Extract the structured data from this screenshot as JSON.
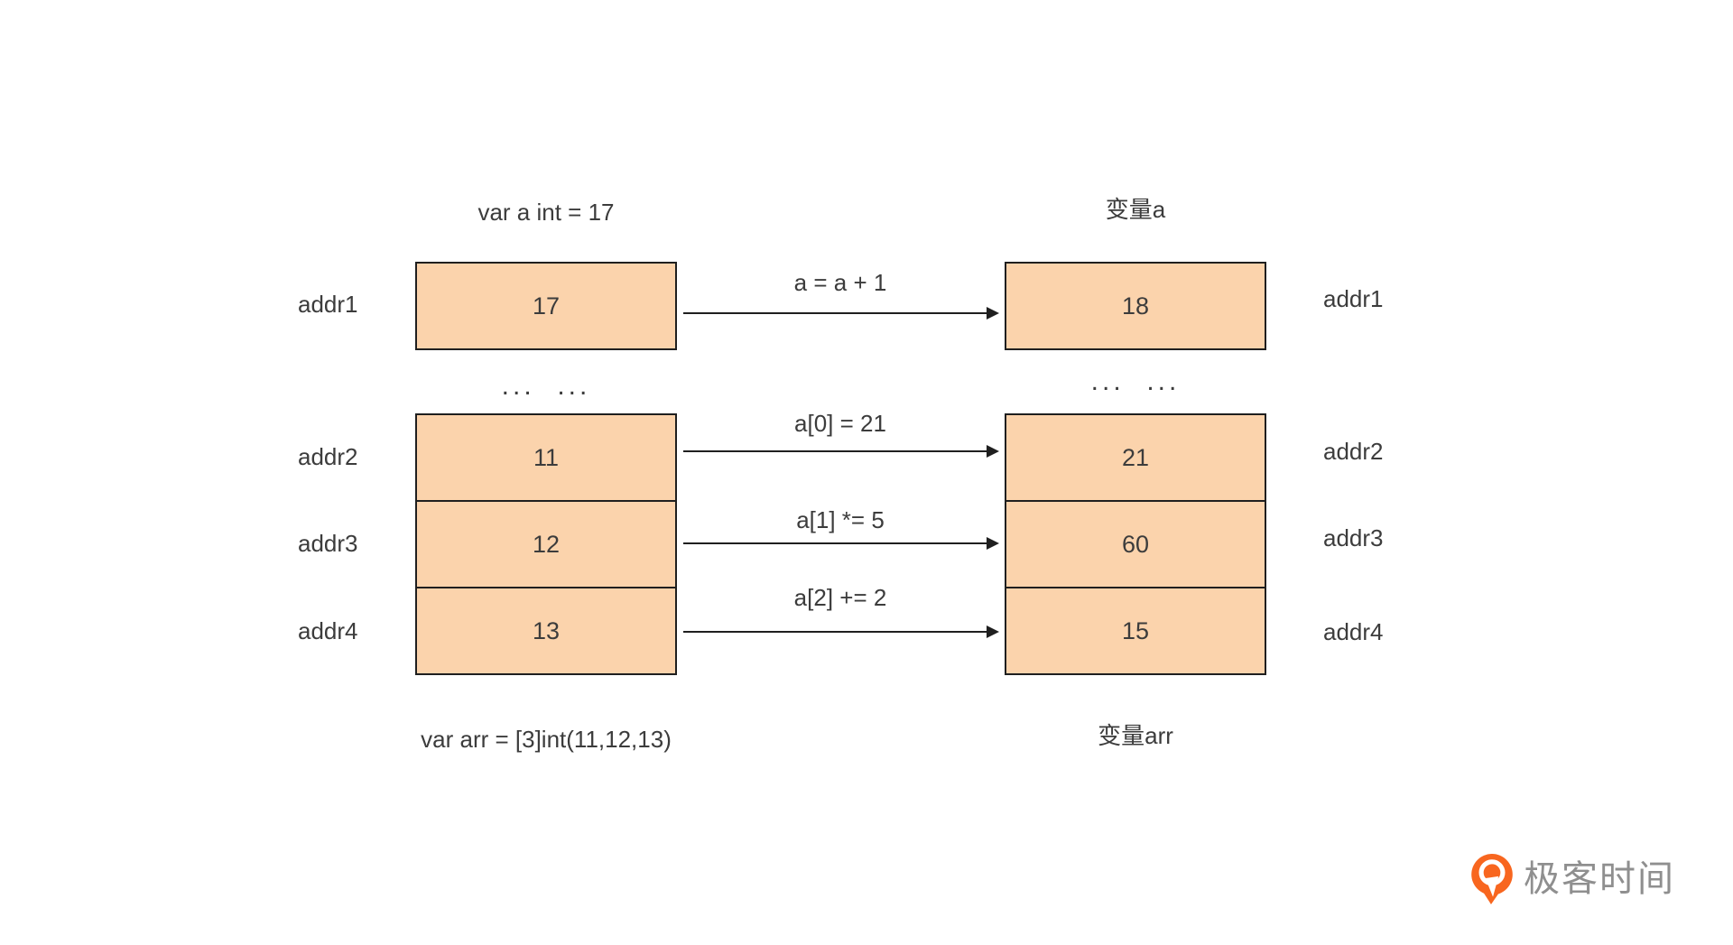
{
  "left_panel": {
    "top_caption": "var a int = 17",
    "scalar_addr": "addr1",
    "scalar_value": "17",
    "dots": "...  ...",
    "rows": [
      {
        "addr": "addr2",
        "value": "11"
      },
      {
        "addr": "addr3",
        "value": "12"
      },
      {
        "addr": "addr4",
        "value": "13"
      }
    ],
    "bottom_caption": "var arr = [3]int(11,12,13)"
  },
  "right_panel": {
    "top_caption": "变量a",
    "scalar_addr": "addr1",
    "scalar_value": "18",
    "dots": "...  ...",
    "rows": [
      {
        "addr": "addr2",
        "value": "21"
      },
      {
        "addr": "addr3",
        "value": "60"
      },
      {
        "addr": "addr4",
        "value": "15"
      }
    ],
    "bottom_caption": "变量arr"
  },
  "operations": [
    {
      "label": "a = a + 1"
    },
    {
      "label": "a[0] = 21"
    },
    {
      "label": "a[1] *= 5"
    },
    {
      "label": "a[2] += 2"
    }
  ],
  "logo": {
    "text": "极客时间",
    "icon": "geektime-icon"
  },
  "colors": {
    "cell_fill": "#fbd3ac",
    "cell_border": "#1f1f1f",
    "text": "#3c3c3c",
    "logo_orange": "#f8661f",
    "logo_text": "#8f8f8f",
    "background": "#ffffff"
  }
}
